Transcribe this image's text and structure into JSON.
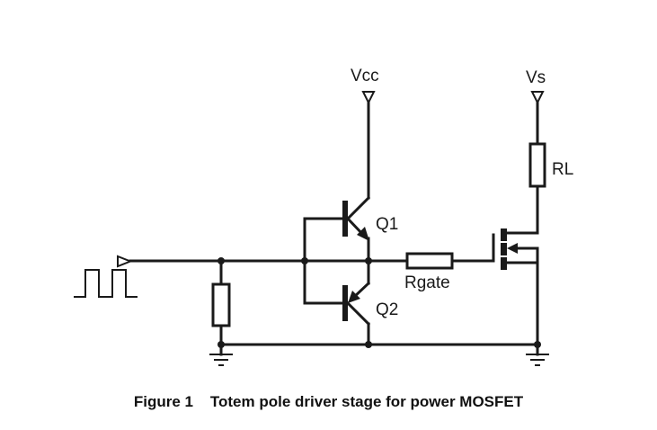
{
  "figure": {
    "caption_number": "Figure 1",
    "caption_text": "Totem pole driver stage for power MOSFET"
  },
  "labels": {
    "vcc": "Vcc",
    "vs": "Vs",
    "rl": "RL",
    "q1": "Q1",
    "q2": "Q2",
    "rgate": "Rgate"
  },
  "components": [
    {
      "id": "pulse-source",
      "type": "square-wave-input"
    },
    {
      "id": "pulldown-resistor",
      "type": "resistor"
    },
    {
      "id": "q1",
      "type": "npn-transistor",
      "label": "Q1"
    },
    {
      "id": "q2",
      "type": "pnp-transistor",
      "label": "Q2"
    },
    {
      "id": "rgate",
      "type": "resistor",
      "label": "Rgate"
    },
    {
      "id": "rl",
      "type": "resistor",
      "label": "RL"
    },
    {
      "id": "mosfet",
      "type": "n-channel-mosfet"
    },
    {
      "id": "vcc",
      "type": "supply",
      "label": "Vcc"
    },
    {
      "id": "vs",
      "type": "supply",
      "label": "Vs"
    }
  ]
}
